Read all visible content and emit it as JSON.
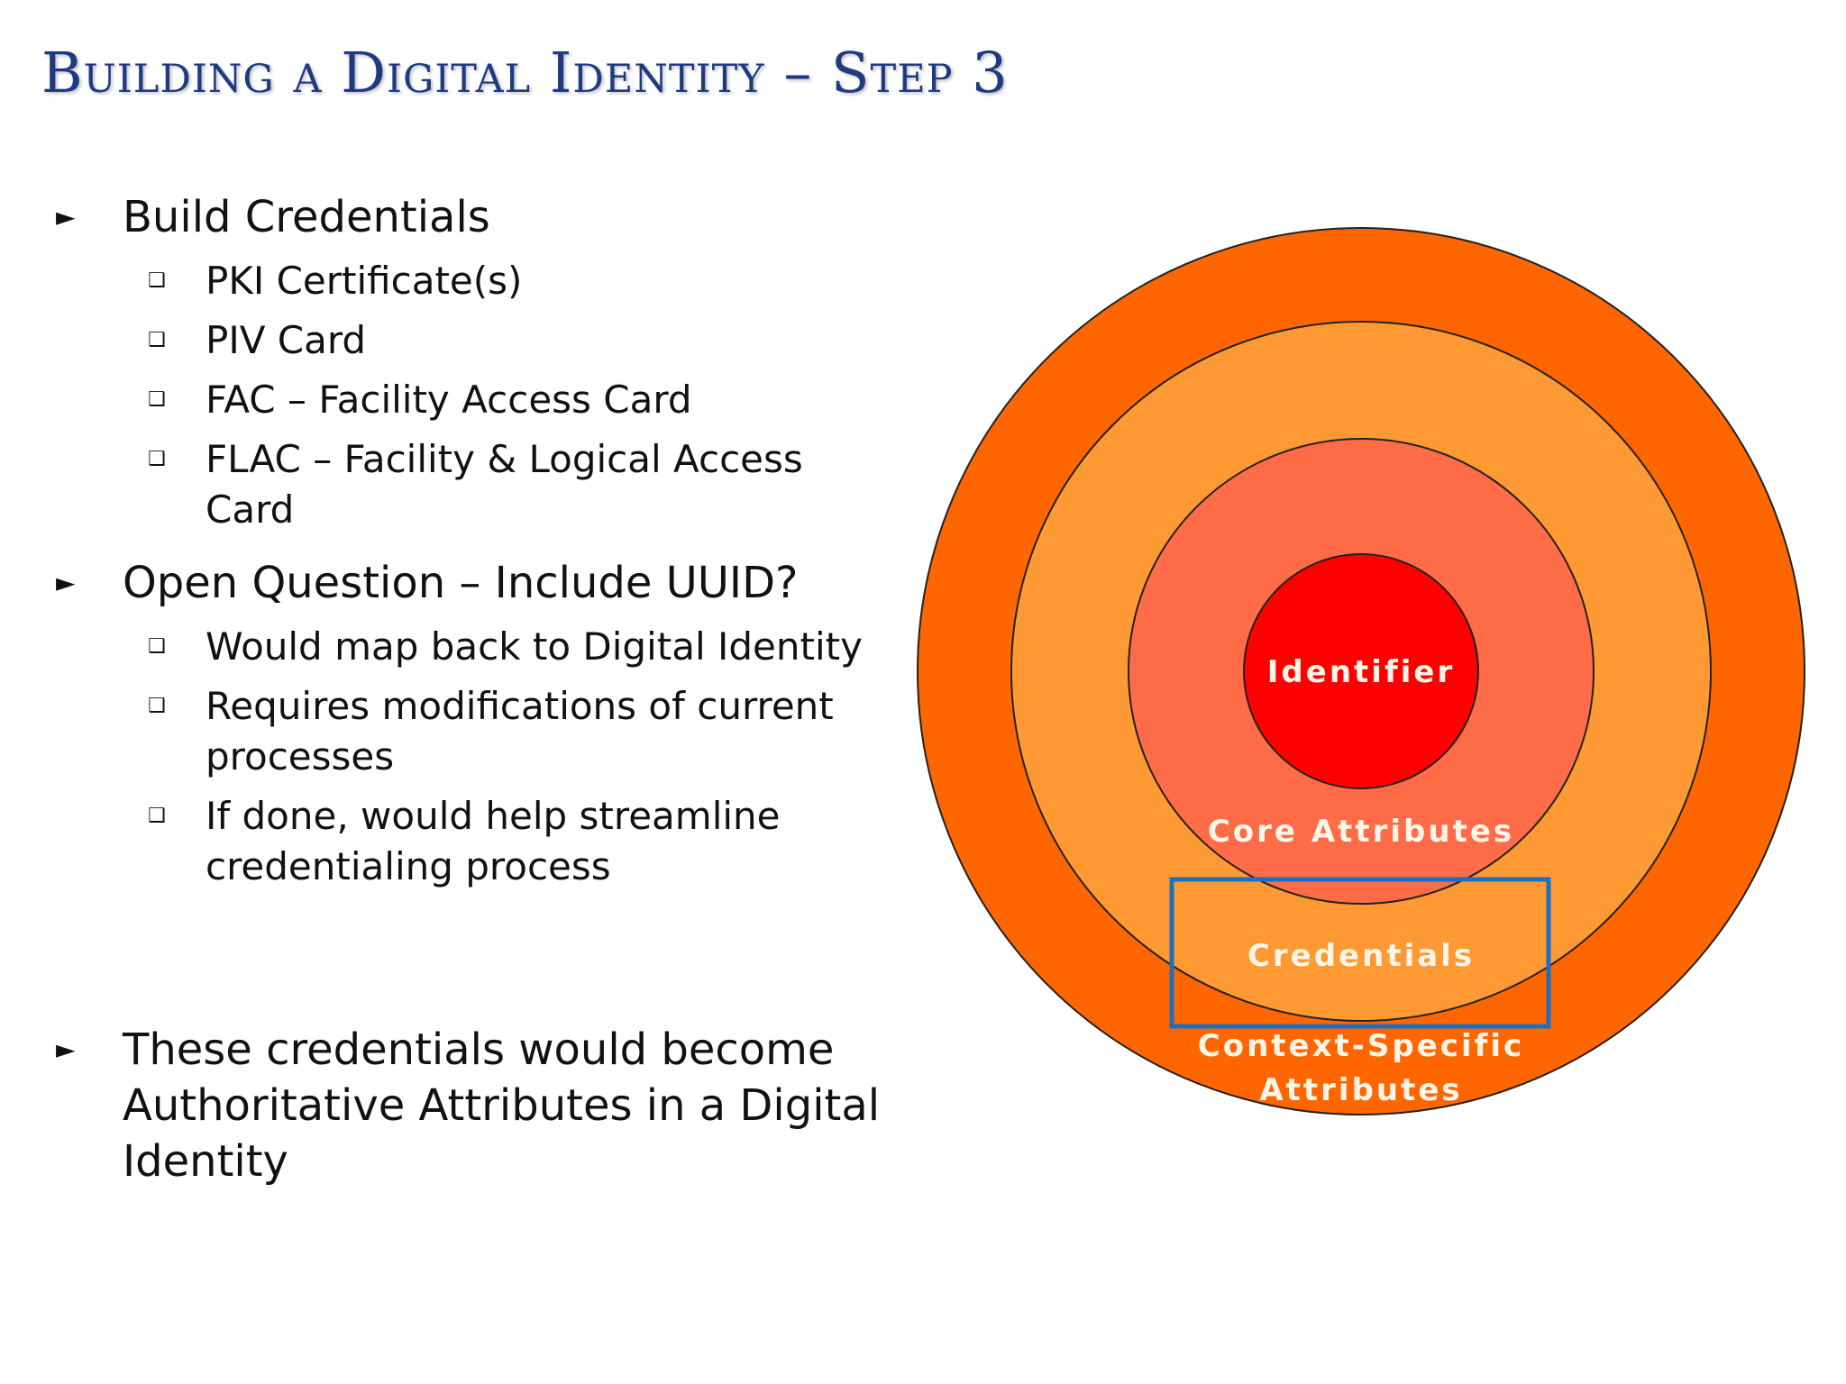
{
  "slide": {
    "title": "Building a Digital Identity – Step 3"
  },
  "bullets": [
    {
      "marker": "►",
      "text": "Build Credentials",
      "subitems": [
        {
          "marker": "❑",
          "text": "PKI Certificate(s)"
        },
        {
          "marker": "❑",
          "text": "PIV Card"
        },
        {
          "marker": "❑",
          "text": "FAC – Facility Access Card"
        },
        {
          "marker": "❑",
          "text": "FLAC – Facility & Logical Access Card"
        }
      ]
    },
    {
      "marker": "►",
      "text": "Open Question – Include UUID?",
      "subitems": [
        {
          "marker": "❑",
          "text": "Would map back to Digital Identity"
        },
        {
          "marker": "❑",
          "text": "Requires modifications of current processes"
        },
        {
          "marker": "❑",
          "text": "If done, would help streamline credentialing process"
        }
      ]
    },
    {
      "marker": "►",
      "text": "These credentials would become Authoritative Attributes in a Digital Identity",
      "subitems": []
    }
  ],
  "diagram": {
    "labels": {
      "identifier": "Identifier",
      "core": "Core Attributes",
      "credentials": "Credentials",
      "context_line1": "Context-Specific",
      "context_line2": "Attributes"
    },
    "colors": {
      "outer": "#ff6600",
      "credentials_ring": "#ff9933",
      "core_ring": "#ff6c47",
      "identifier": "#ff0000",
      "highlight": "#1f6fbf"
    }
  }
}
